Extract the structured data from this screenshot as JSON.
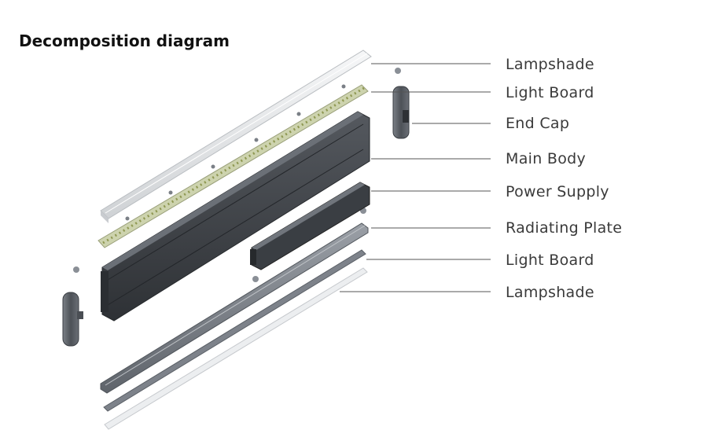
{
  "title": "Decomposition diagram",
  "callouts": [
    "Lampshade",
    "Light Board",
    "End Cap",
    "Main Body",
    "Power Supply",
    "Radiating Plate",
    "Light Board",
    "Lampshade"
  ],
  "colors": {
    "main_body": "#3e4247",
    "radiating_plate": "#7a7f86",
    "lampshade": "#e7e9eb",
    "light_board": "#cfd6b0",
    "led": "#9aa35a",
    "end_cap": "#5a5f66"
  }
}
